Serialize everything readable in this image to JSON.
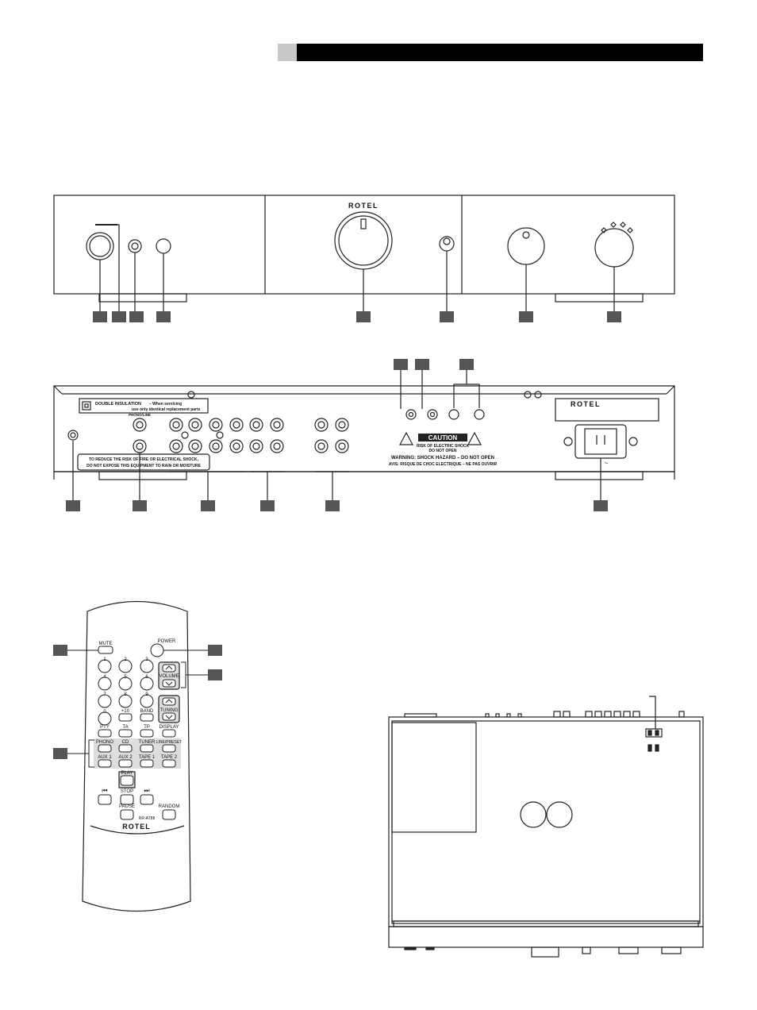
{
  "header": {
    "bar_color": "#000000",
    "tab_color": "#c8c8c8"
  },
  "front_panel": {
    "brand": "ROTEL",
    "callout_count": 8
  },
  "rear_panel": {
    "brand": "ROTEL",
    "phono_line": "PHONO/LINE",
    "double_insulation": "DOUBLE INSULATION",
    "double_insulation_note": "– When servicing",
    "double_insulation_note2": "use only identical replacement parts",
    "fire_warning_1": "TO REDUCE THE RISK OF FIRE OR ELECTRICAL SHOCK,",
    "fire_warning_2": "DO NOT EXPOSE THIS EQUIPMENT TO RAIN OR MOISTURE",
    "caution": "CAUTION",
    "caution_sub_1": "RISK OF ELECTRIC SHOCK",
    "caution_sub_2": "DO NOT OPEN",
    "warning": "WARNING: SHOCK HAZARD – DO NOT OPEN",
    "avis": "AVIS: RISQUE DE CHOC ELECTRIQUE – NE PAS OUVRIR",
    "ac_symbol": "~"
  },
  "remote": {
    "brand": "ROTEL",
    "model": "RR-AT88",
    "mute": "MUTE",
    "power": "POWER",
    "volume": "VOLUME",
    "tuning": "TUNING",
    "numbers": [
      "1",
      "2",
      "3",
      "4",
      "5",
      "6",
      "7",
      "8",
      "9",
      "0",
      "+10",
      "BAND"
    ],
    "row_fn": [
      "PTY",
      "TA",
      "TP",
      "DISPLAY"
    ],
    "sources_1": [
      "PHONO",
      "CD",
      "TUNER",
      "LINE/PRESET"
    ],
    "sources_2": [
      "AUX 1",
      "AUX 2",
      "TAPE 1",
      "TAPE 2"
    ],
    "play": "PLAY",
    "stop": "STOP",
    "pause": "PAUSE",
    "random": "RANDOM",
    "prev_icon": "⏮",
    "next_icon": "⏭"
  }
}
